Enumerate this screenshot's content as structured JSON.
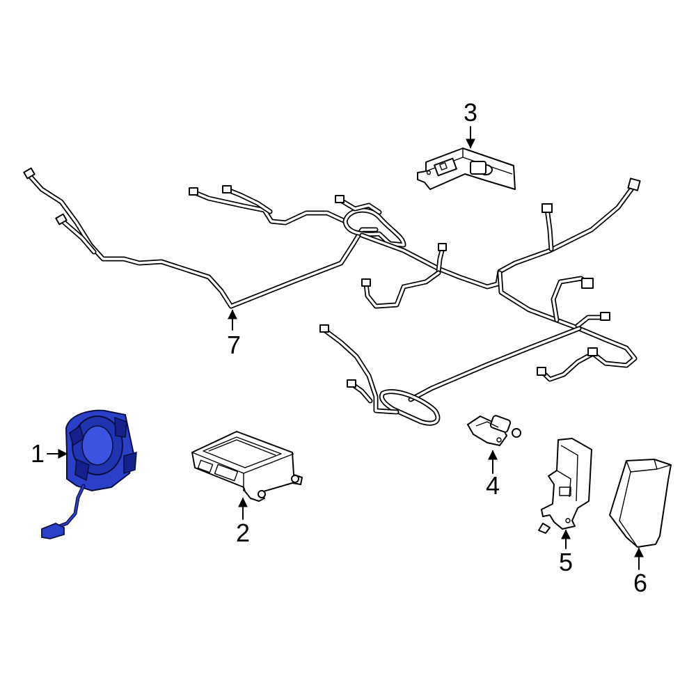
{
  "callouts": {
    "c1": "1",
    "c2": "2",
    "c3": "3",
    "c4": "4",
    "c5": "5",
    "c6": "6",
    "c7": "7"
  },
  "colors": {
    "highlight_part": "#2a40c8",
    "highlight_part_dark": "#15208a",
    "line": "#000000",
    "background": "#ffffff"
  },
  "highlighted_part": "1"
}
